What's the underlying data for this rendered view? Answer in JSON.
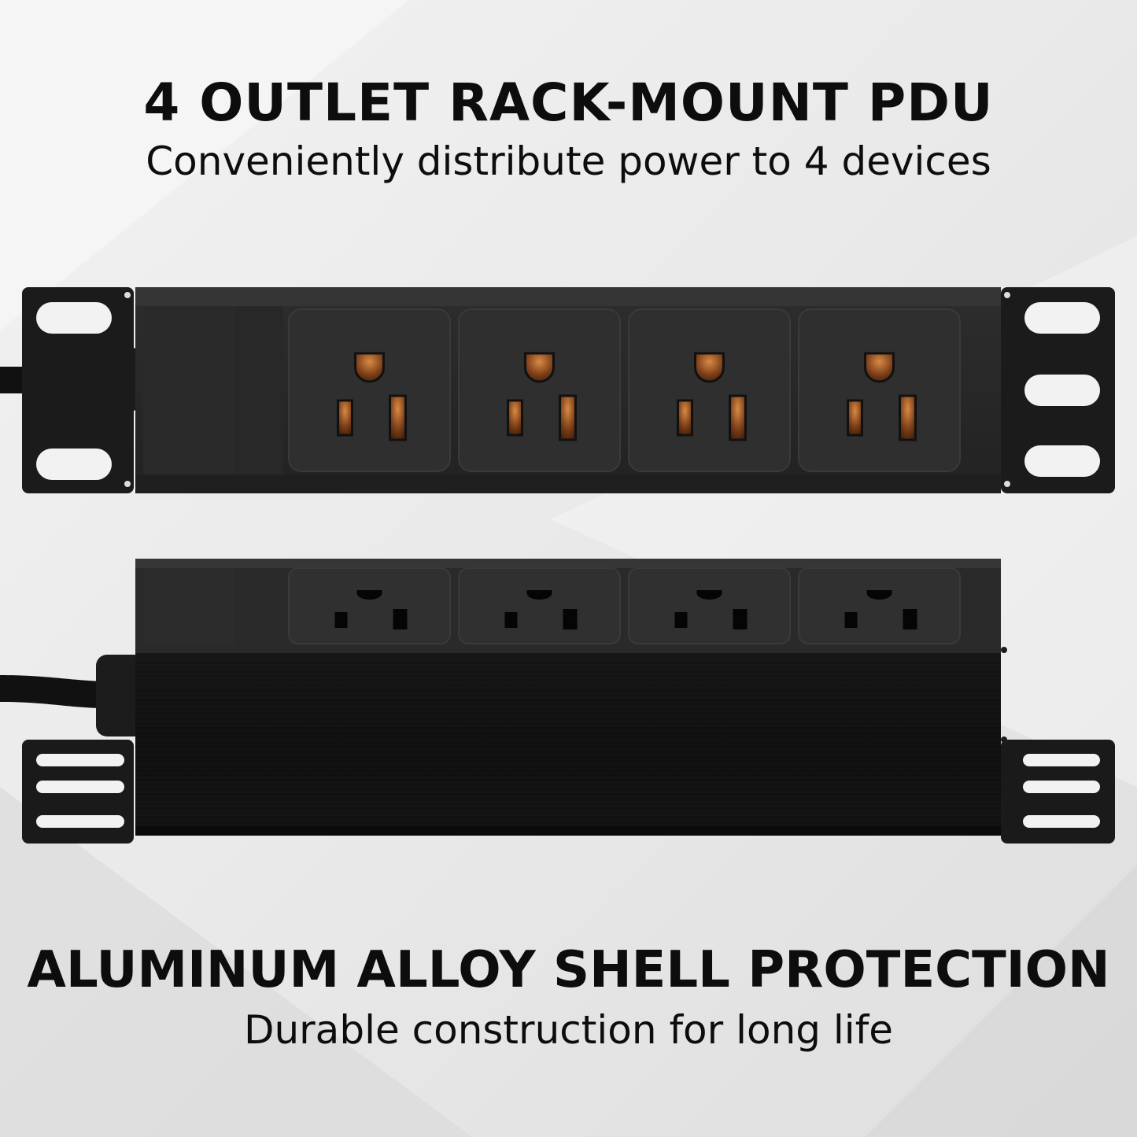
{
  "colors": {
    "background": "#ececec",
    "text": "#0d0d0d",
    "housing": "#262626",
    "outlet_contact": "#b5652a"
  },
  "header": {
    "title": "4 OUTLET RACK-MOUNT PDU",
    "subtitle": "Conveniently distribute power to 4 devices"
  },
  "footer": {
    "title": "ALUMINUM ALLOY SHELL PROTECTION",
    "subtitle": "Durable construction for long life"
  },
  "product": {
    "front_view": {
      "outlet_count": 4,
      "icons": [
        "power-cord-icon",
        "outlet-icon",
        "mounting-bracket-icon"
      ]
    },
    "angled_view": {
      "outlet_count": 4,
      "icons": [
        "power-cord-icon",
        "outlet-icon",
        "mounting-bracket-icon"
      ]
    }
  }
}
